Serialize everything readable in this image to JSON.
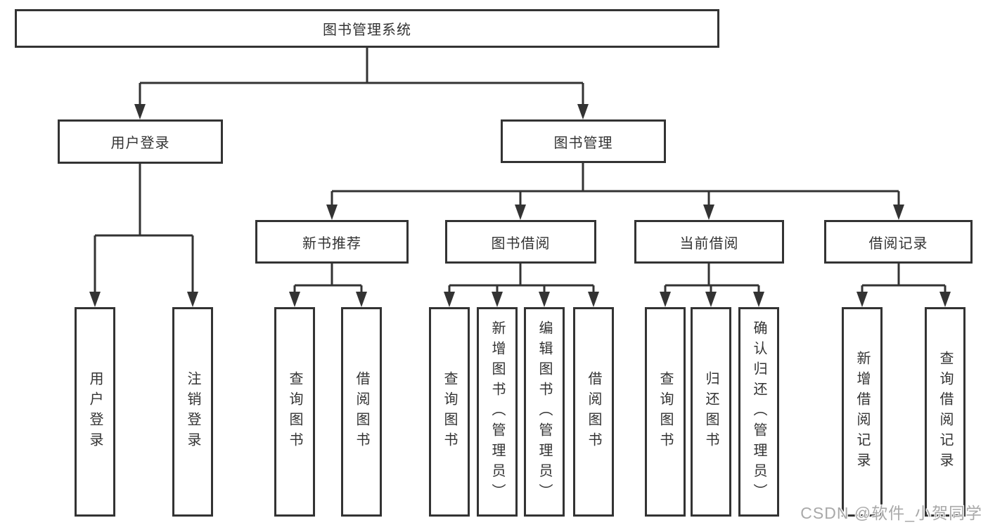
{
  "diagram": {
    "title": "图书管理系统",
    "watermark": "CSDN @软件_小贺同学",
    "colors": {
      "line": "#333333",
      "box_border": "#333333",
      "text": "#333333",
      "background": "#ffffff",
      "watermark": "#a9a9a9"
    },
    "tree": {
      "label": "图书管理系统",
      "children": [
        {
          "label": "用户登录",
          "children": [
            {
              "label": "用户登录"
            },
            {
              "label": "注销登录"
            }
          ]
        },
        {
          "label": "图书管理",
          "children": [
            {
              "label": "新书推荐",
              "children": [
                {
                  "label": "查询图书"
                },
                {
                  "label": "借阅图书"
                }
              ]
            },
            {
              "label": "图书借阅",
              "children": [
                {
                  "label": "查询图书"
                },
                {
                  "label": "新增图书（管理员）"
                },
                {
                  "label": "编辑图书（管理员）"
                },
                {
                  "label": "借阅图书"
                }
              ]
            },
            {
              "label": "当前借阅",
              "children": [
                {
                  "label": "查询图书"
                },
                {
                  "label": "归还图书"
                },
                {
                  "label": "确认归还（管理员）"
                }
              ]
            },
            {
              "label": "借阅记录",
              "children": [
                {
                  "label": "新增借阅记录"
                },
                {
                  "label": "查询借阅记录"
                }
              ]
            }
          ]
        }
      ]
    }
  }
}
